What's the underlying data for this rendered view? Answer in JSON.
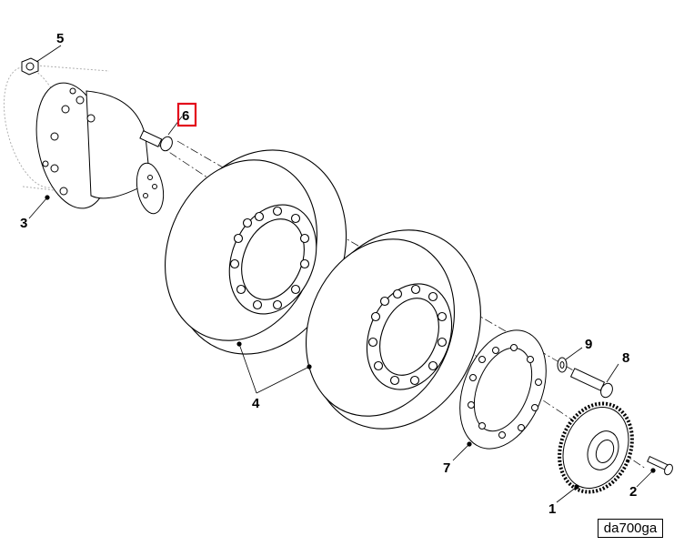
{
  "diagram": {
    "callouts": [
      {
        "id": "c1",
        "label": "1"
      },
      {
        "id": "c2",
        "label": "2"
      },
      {
        "id": "c3",
        "label": "3"
      },
      {
        "id": "c4",
        "label": "4"
      },
      {
        "id": "c5",
        "label": "5"
      },
      {
        "id": "c6",
        "label": "6",
        "highlighted": true
      },
      {
        "id": "c7",
        "label": "7"
      },
      {
        "id": "c8",
        "label": "8"
      },
      {
        "id": "c9",
        "label": "9"
      }
    ],
    "drawing_code": "da700ga",
    "colors": {
      "line": "#000000",
      "phantom": "#b0b0b0",
      "highlight": "#e3051b",
      "background": "#ffffff"
    }
  }
}
